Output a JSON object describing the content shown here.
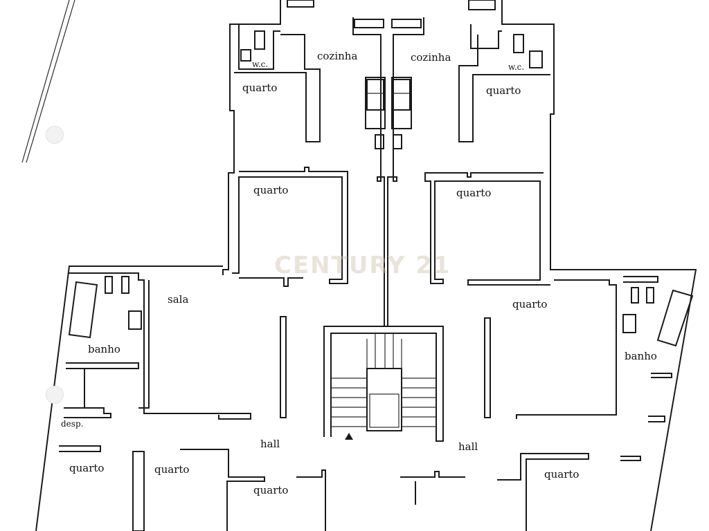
{
  "watermark": "CENTURY 21",
  "rooms": {
    "cozinha_left": "cozinha",
    "cozinha_right": "cozinha",
    "wc_left": "w.c.",
    "wc_right": "w.c.",
    "quarto_upper_left_1": "quarto",
    "quarto_upper_right_1": "quarto",
    "quarto_upper_left_2": "quarto",
    "quarto_upper_right_2": "quarto",
    "sala": "sala",
    "quarto_mid_right": "quarto",
    "banho_left": "banho",
    "banho_right": "banho",
    "desp": "desp.",
    "hall_left": "hall",
    "hall_right": "hall",
    "quarto_bottom_1": "quarto",
    "quarto_bottom_2": "quarto",
    "quarto_bottom_3": "quarto",
    "quarto_bottom_4": "quarto"
  }
}
